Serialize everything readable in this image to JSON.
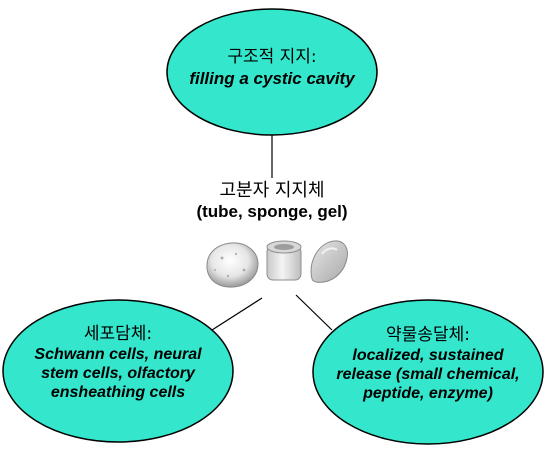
{
  "center": {
    "title": "고분자 지지체",
    "subtitle": "(tube, sponge, gel)"
  },
  "top_node": {
    "title": "구조적 지지:",
    "desc": "filling a cystic cavity"
  },
  "left_node": {
    "title": "세포담체:",
    "desc_lines": [
      "Schwann cells, neural",
      "stem cells, olfactory",
      "ensheathing cells"
    ]
  },
  "right_node": {
    "title": "약물송달체:",
    "desc_lines": [
      "localized, sustained",
      "release (small chemical,",
      "peptide, enzyme)"
    ]
  },
  "colors": {
    "ellipse_fill": "#33e6cc",
    "ellipse_stroke": "#000000",
    "line": "#000000"
  },
  "icons": [
    "sponge-image",
    "tube-image",
    "gel-image"
  ]
}
